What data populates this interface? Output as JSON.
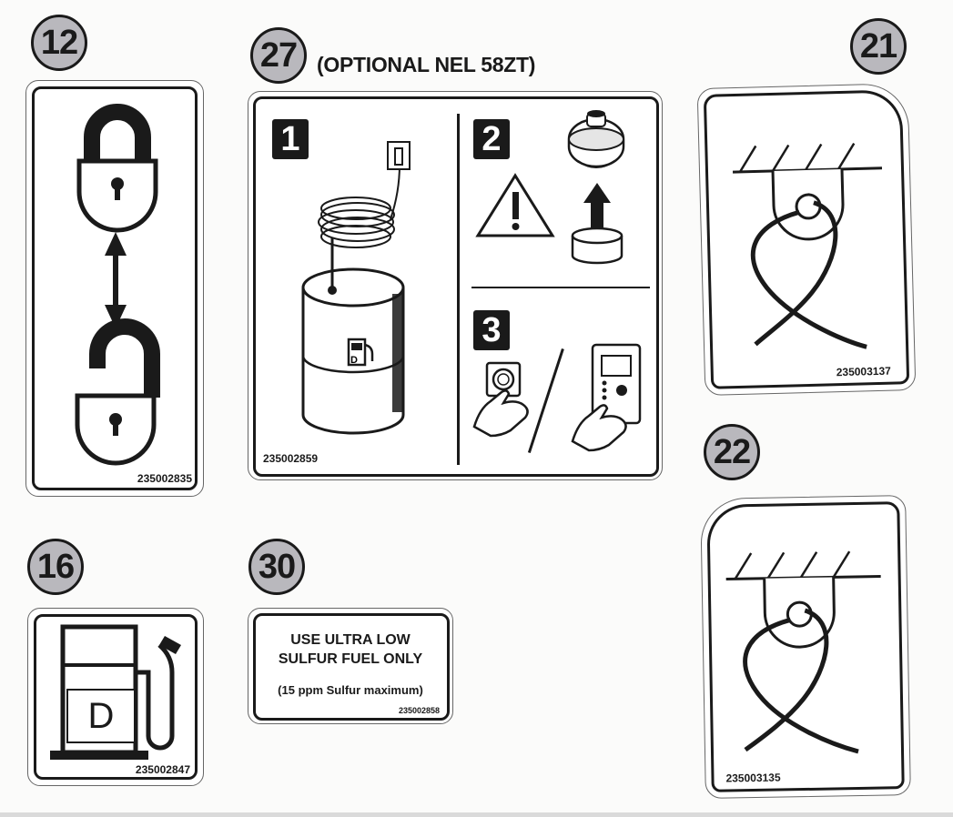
{
  "callouts": {
    "c12": "12",
    "c27": "27",
    "c21": "21",
    "c22": "22",
    "c16": "16",
    "c30": "30"
  },
  "optional_note": "(OPTIONAL NEL 58ZT)",
  "decals": {
    "lock": {
      "part_number": "235002835"
    },
    "fuel_fill": {
      "part_number": "235002859",
      "steps": [
        "1",
        "2",
        "3"
      ]
    },
    "lift_top": {
      "part_number": "235003137"
    },
    "lift_bottom": {
      "part_number": "235003135"
    },
    "diesel": {
      "part_number": "235002847",
      "pump_letter": "D"
    },
    "ultra_low": {
      "line1": "USE ULTRA LOW",
      "line2": "SULFUR FUEL ONLY",
      "line3": "(15 ppm Sulfur maximum)",
      "part_number": "235002858"
    }
  },
  "icons": [
    "closed-padlock-icon",
    "open-padlock-icon",
    "double-arrow-icon",
    "fuel-drum-icon",
    "coiled-hose-icon",
    "warning-triangle-icon",
    "fuel-cap-icon",
    "up-arrow-icon",
    "press-button-icon",
    "control-panel-icon",
    "lifting-eye-icon",
    "diesel-pump-icon"
  ]
}
